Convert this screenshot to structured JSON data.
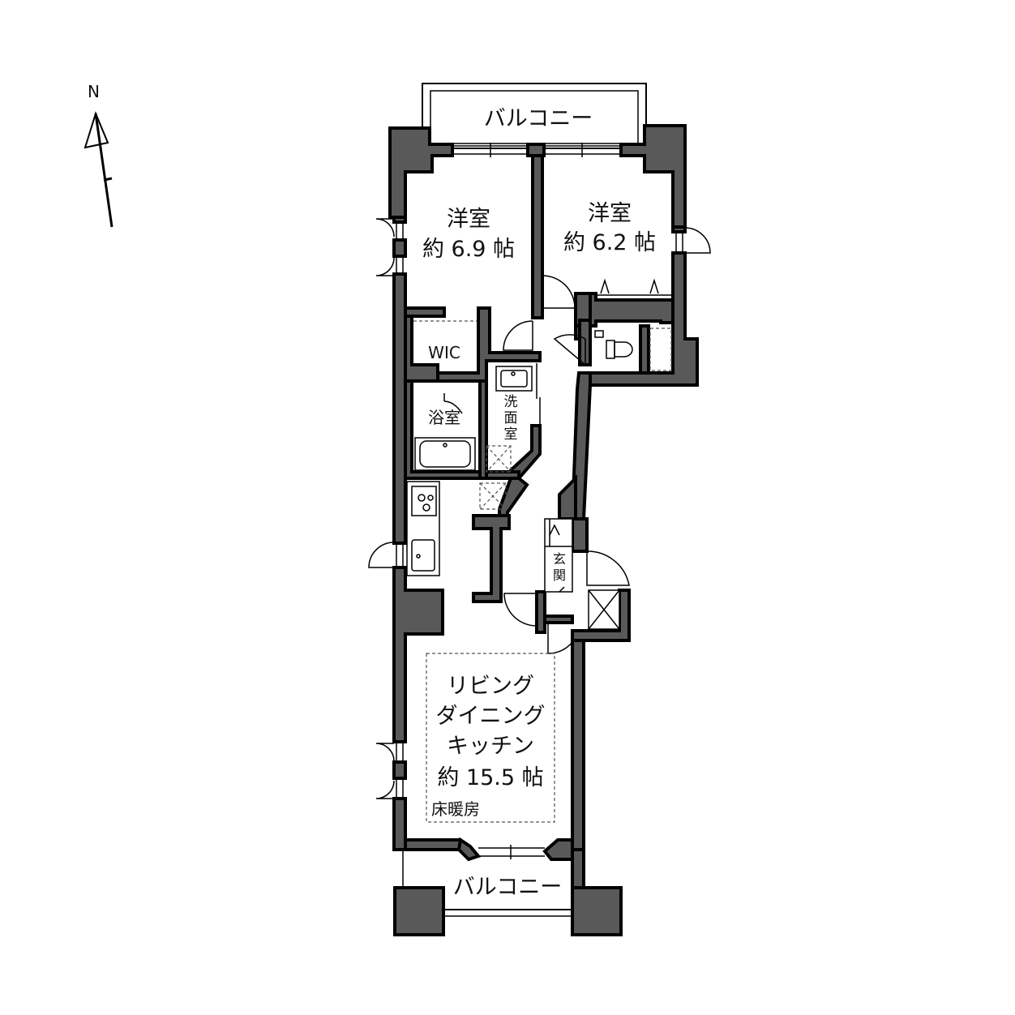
{
  "compass": {
    "north_label": "N"
  },
  "rooms": {
    "balcony_top": "バルコニー",
    "western_room_left": {
      "name": "洋室",
      "size": "約 6.9 帖"
    },
    "western_room_right": {
      "name": "洋室",
      "size": "約 6.2 帖"
    },
    "wic": "WIC",
    "bathroom": "浴室",
    "washroom": [
      "洗",
      "面",
      "室"
    ],
    "entrance": [
      "玄",
      "関"
    ],
    "ldk": {
      "line1": "リビング",
      "line2": "ダイニング",
      "line3": "キッチン",
      "size": "約 15.5 帖",
      "note": "床暖房"
    },
    "balcony_bottom": "バルコニー"
  },
  "colors": {
    "wall": "#595959",
    "line": "#000000",
    "background": "#ffffff"
  }
}
